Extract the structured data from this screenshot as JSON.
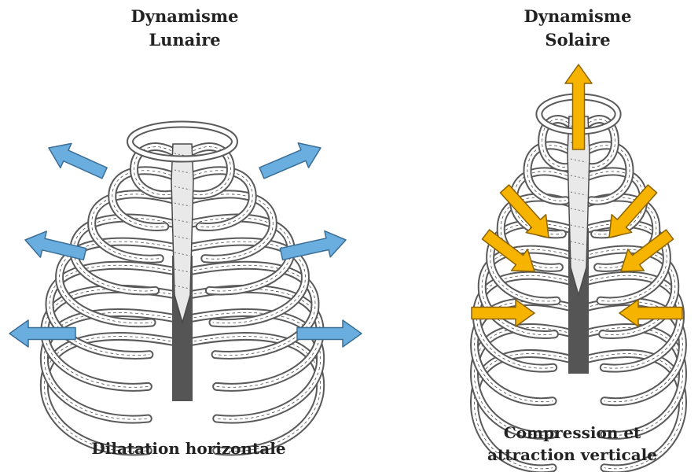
{
  "panels": [
    {
      "title_line1": "Dynamisme",
      "title_line2": "Lunaire",
      "caption_line1": "Dilatation horizontale",
      "caption_line2": "",
      "arrow_color": "#6aaee0",
      "arrow_stroke": "#3b6e96",
      "arrow_direction": "outward"
    },
    {
      "title_line1": "Dynamisme",
      "title_line2": "Solaire",
      "caption_line1": "Compression et",
      "caption_line2": "attraction verticale",
      "arrow_color": "#f6b400",
      "arrow_stroke": "#8a6200",
      "arrow_direction": "inward-and-up"
    }
  ],
  "ribcage": {
    "bone_fill": "#ffffff",
    "bone_stroke": "#4a4a4a",
    "shadow": "#5a5a5a",
    "sternum": "#555555",
    "icon": "ribcage-illustration"
  }
}
